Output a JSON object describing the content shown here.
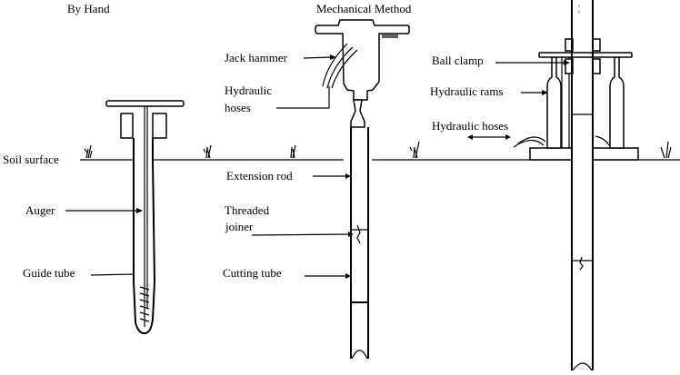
{
  "titles": {
    "by_hand": "By Hand",
    "mechanical": "Mechanical Method"
  },
  "labels": {
    "soil_surface": "Soil surface",
    "auger": "Auger",
    "guide_tube": "Guide tube",
    "jack_hammer": "Jack hammer",
    "hydraulic_hoses_1": "Hydraulic",
    "hydraulic_hoses_2": "hoses",
    "extension_rod": "Extension rod",
    "threaded_joiner_1": "Threaded",
    "threaded_joiner_2": "joiner",
    "cutting_tube": "Cutting tube",
    "ball_clamp": "Ball clamp",
    "hydraulic_rams": "Hydraulic rams",
    "hydraulic_hoses_right": "Hydraulic hoses"
  },
  "colors": {
    "ink": "#000000",
    "paper": "#ffffff"
  }
}
